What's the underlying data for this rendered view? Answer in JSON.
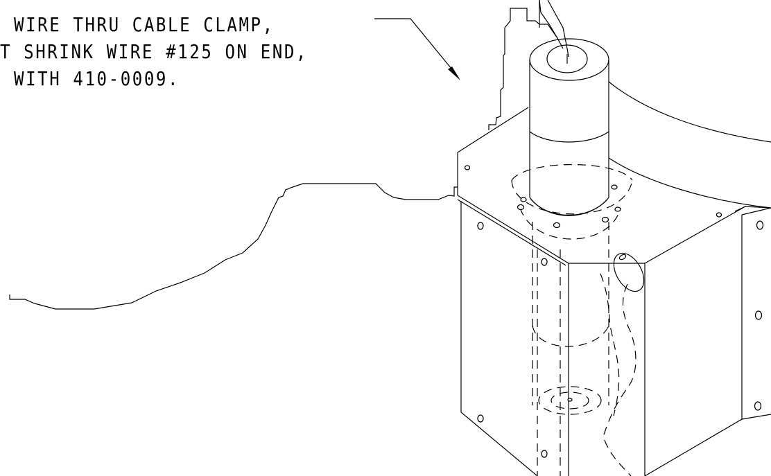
{
  "note": {
    "line1": "WIRE THRU CABLE CLAMP,",
    "line2": "T SHRINK WIRE #125 ON END,",
    "line3": "WITH 410-0009."
  },
  "colors": {
    "ink": "#000000",
    "paper": "#ffffff"
  }
}
